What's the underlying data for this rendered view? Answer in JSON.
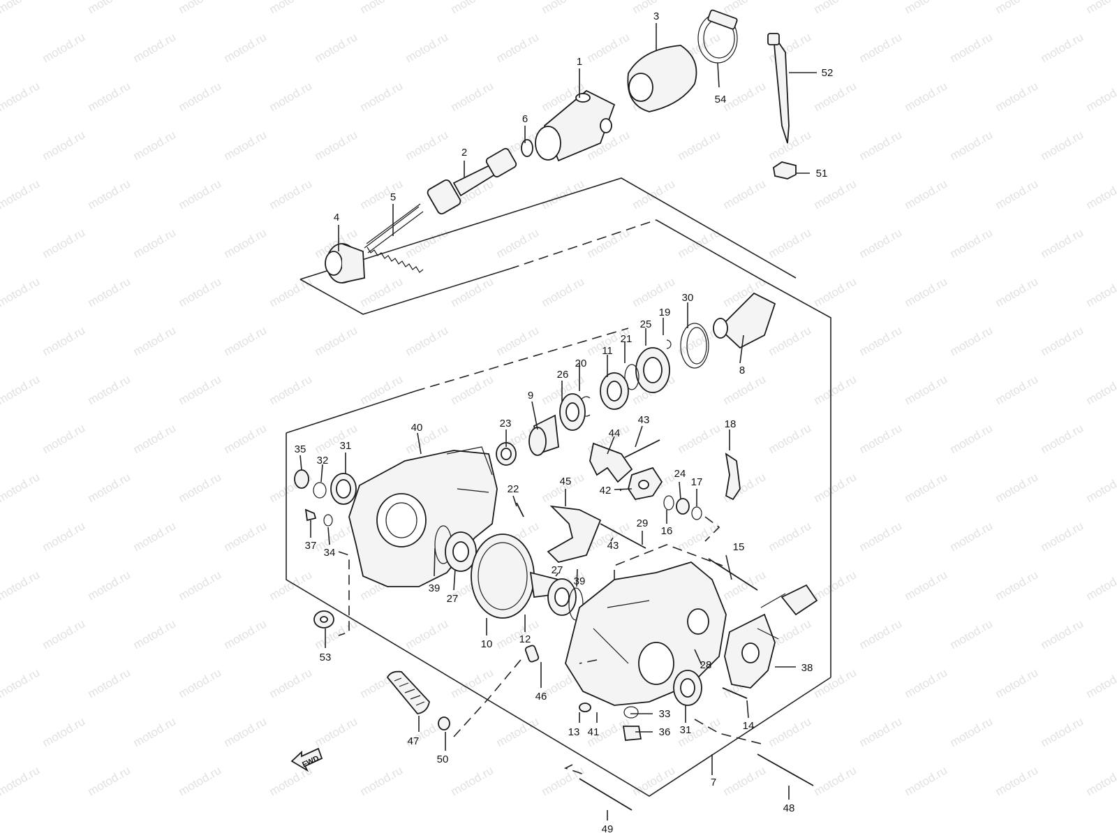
{
  "watermark": "motod.ru",
  "fwd_label": "FWD",
  "labels": {
    "p1": "1",
    "p2": "2",
    "p3": "3",
    "p4": "4",
    "p5": "5",
    "p6": "6",
    "p7": "7",
    "p8": "8",
    "p9": "9",
    "p10": "10",
    "p11": "11",
    "p12": "12",
    "p13": "13",
    "p14": "14",
    "p15": "15",
    "p16": "16",
    "p17": "17",
    "p18": "18",
    "p19": "19",
    "p20": "20",
    "p21": "21",
    "p22": "22",
    "p23": "23",
    "p24": "24",
    "p25": "25",
    "p26": "26",
    "p27a": "27",
    "p27b": "27",
    "p28": "28",
    "p29": "29",
    "p30": "30",
    "p31a": "31",
    "p31b": "31",
    "p32": "32",
    "p33": "33",
    "p34": "34",
    "p35": "35",
    "p36": "36",
    "p37": "37",
    "p38": "38",
    "p39a": "39",
    "p39b": "39",
    "p40": "40",
    "p41": "41",
    "p42": "42",
    "p43a": "43",
    "p43b": "43",
    "p44": "44",
    "p45": "45",
    "p46": "46",
    "p47": "47",
    "p48": "48",
    "p49": "49",
    "p50": "50",
    "p51": "51",
    "p52": "52",
    "p53": "53",
    "p54": "54"
  }
}
